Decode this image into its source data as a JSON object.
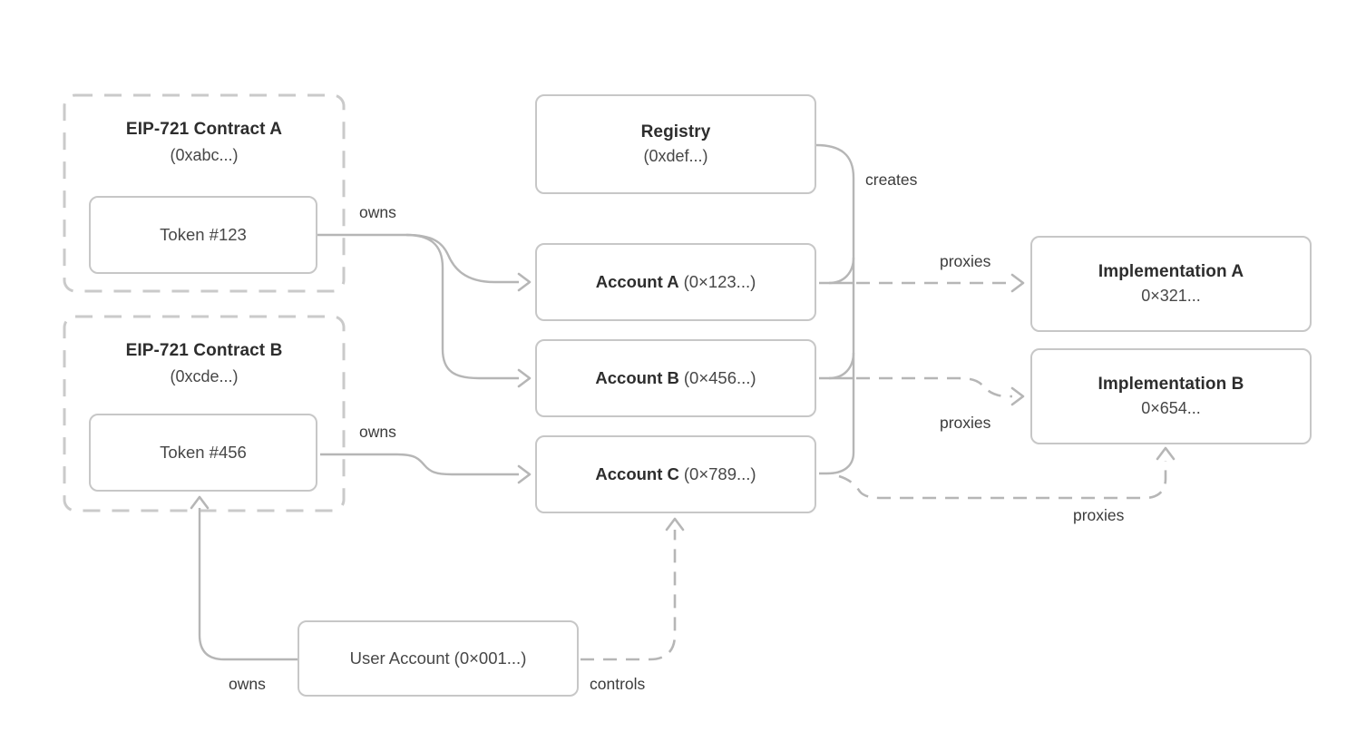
{
  "colors": {
    "line": "#b6b6b6",
    "box_border": "#c7c7c7",
    "dashed_border": "#cacaca",
    "title_text": "#2d2d2d",
    "body_text": "#474747",
    "label_text": "#3b3b3b",
    "background": "#ffffff"
  },
  "contract_a": {
    "title": "EIP-721 Contract A",
    "address": "(0xabc...)",
    "token_label": "Token #123"
  },
  "contract_b": {
    "title": "EIP-721 Contract B",
    "address": "(0xcde...)",
    "token_label": "Token #456"
  },
  "registry": {
    "title": "Registry",
    "address": "(0xdef...)"
  },
  "accounts": [
    {
      "name": "Account A",
      "address": "(0×123...)"
    },
    {
      "name": "Account B",
      "address": "(0×456...)"
    },
    {
      "name": "Account C",
      "address": "(0×789...)"
    }
  ],
  "implementations": [
    {
      "name": "Implementation A",
      "address": "0×321..."
    },
    {
      "name": "Implementation B",
      "address": "0×654..."
    }
  ],
  "user_account": {
    "name": "User Account",
    "address": "(0×001...)"
  },
  "edge_labels": {
    "owns_token_123": "owns",
    "owns_token_456": "owns",
    "owns_user": "owns",
    "creates": "creates",
    "proxies_account_a": "proxies",
    "proxies_account_b": "proxies",
    "proxies_account_c": "proxies",
    "controls": "controls"
  }
}
